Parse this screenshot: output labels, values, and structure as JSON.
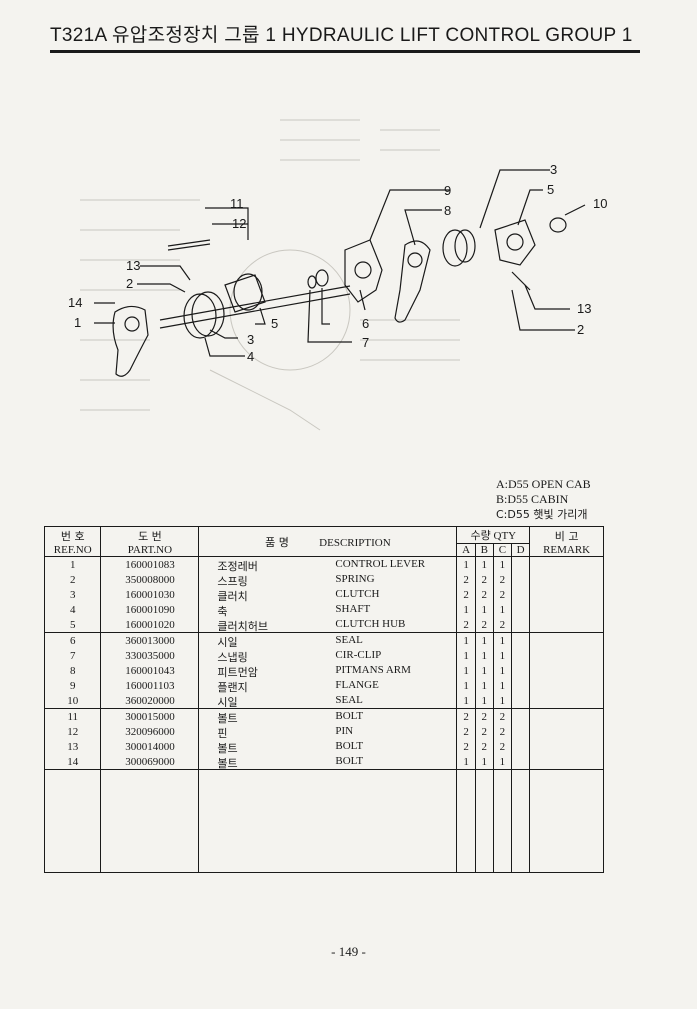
{
  "header": {
    "title": "T321A 유압조정장치 그룹 1 HYDRAULIC LIFT CONTROL GROUP 1"
  },
  "diagram": {
    "callouts": [
      "11",
      "12",
      "13",
      "2",
      "14",
      "1",
      "3",
      "4",
      "5",
      "6",
      "7",
      "9",
      "8",
      "3",
      "5",
      "10",
      "13",
      "2"
    ]
  },
  "legend": {
    "a": "A:D55 OPEN CAB",
    "b": "B:D55 CABIN",
    "c": "C:D55 햇빛 가리개"
  },
  "table": {
    "headers": {
      "ref_kr": "번 호",
      "ref_en": "REF.NO",
      "part_kr": "도 번",
      "part_en": "PART.NO",
      "desc_kr": "품 명",
      "desc_en": "DESCRIPTION",
      "qty": "수량 QTY",
      "qty_a": "A",
      "qty_b": "B",
      "qty_c": "C",
      "qty_d": "D",
      "remark_kr": "비 고",
      "remark_en": "REMARK"
    },
    "groups": [
      [
        {
          "ref": "1",
          "part": "160001083",
          "kr": "조정레버",
          "en": "CONTROL LEVER",
          "a": "1",
          "b": "1",
          "c": "1",
          "d": ""
        },
        {
          "ref": "2",
          "part": "350008000",
          "kr": "스프링",
          "en": "SPRING",
          "a": "2",
          "b": "2",
          "c": "2",
          "d": ""
        },
        {
          "ref": "3",
          "part": "160001030",
          "kr": "클러치",
          "en": "CLUTCH",
          "a": "2",
          "b": "2",
          "c": "2",
          "d": ""
        },
        {
          "ref": "4",
          "part": "160001090",
          "kr": "축",
          "en": "SHAFT",
          "a": "1",
          "b": "1",
          "c": "1",
          "d": ""
        },
        {
          "ref": "5",
          "part": "160001020",
          "kr": "클러치허브",
          "en": "CLUTCH HUB",
          "a": "2",
          "b": "2",
          "c": "2",
          "d": ""
        }
      ],
      [
        {
          "ref": "6",
          "part": "360013000",
          "kr": "시일",
          "en": "SEAL",
          "a": "1",
          "b": "1",
          "c": "1",
          "d": ""
        },
        {
          "ref": "7",
          "part": "330035000",
          "kr": "스냅링",
          "en": "CIR-CLIP",
          "a": "1",
          "b": "1",
          "c": "1",
          "d": ""
        },
        {
          "ref": "8",
          "part": "160001043",
          "kr": "피트먼암",
          "en": "PITMANS ARM",
          "a": "1",
          "b": "1",
          "c": "1",
          "d": ""
        },
        {
          "ref": "9",
          "part": "160001103",
          "kr": "플랜지",
          "en": "FLANGE",
          "a": "1",
          "b": "1",
          "c": "1",
          "d": ""
        },
        {
          "ref": "10",
          "part": "360020000",
          "kr": "시일",
          "en": "SEAL",
          "a": "1",
          "b": "1",
          "c": "1",
          "d": ""
        }
      ],
      [
        {
          "ref": "11",
          "part": "300015000",
          "kr": "볼트",
          "en": "BOLT",
          "a": "2",
          "b": "2",
          "c": "2",
          "d": ""
        },
        {
          "ref": "12",
          "part": "320096000",
          "kr": "핀",
          "en": "PIN",
          "a": "2",
          "b": "2",
          "c": "2",
          "d": ""
        },
        {
          "ref": "13",
          "part": "300014000",
          "kr": "볼트",
          "en": "BOLT",
          "a": "2",
          "b": "2",
          "c": "2",
          "d": ""
        },
        {
          "ref": "14",
          "part": "300069000",
          "kr": "볼트",
          "en": "BOLT",
          "a": "1",
          "b": "1",
          "c": "1",
          "d": ""
        }
      ]
    ]
  },
  "page_number": "- 149 -"
}
